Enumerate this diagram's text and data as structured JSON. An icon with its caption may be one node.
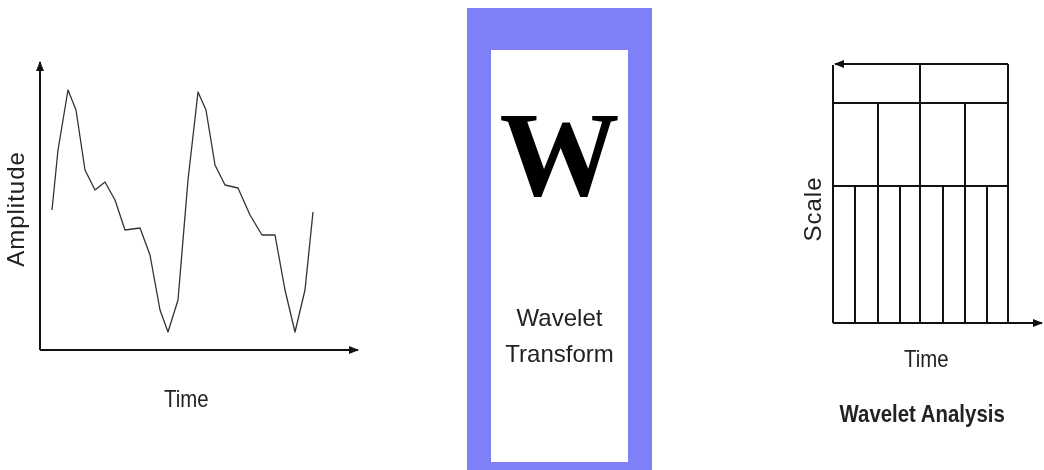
{
  "diagram": {
    "nodes": [
      {
        "text": [
          "W",
          "Wavelet Transform"
        ]
      }
    ],
    "labels": [
      "Amplitude",
      "Time",
      "Scale",
      "Time",
      "Wavelet Analysis"
    ]
  }
}
